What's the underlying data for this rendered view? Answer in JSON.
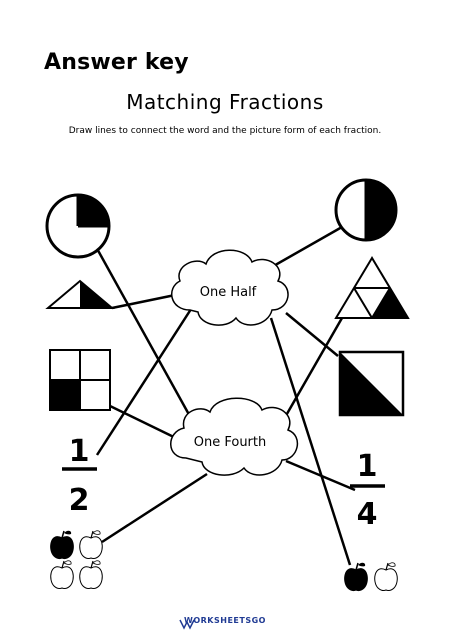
{
  "header": {
    "answer_key": "Answer key",
    "title": "Matching Fractions",
    "instructions": "Draw lines to connect the word and the picture form of each fraction."
  },
  "words": {
    "half": "One Half",
    "fourth": "One Fourth"
  },
  "fractions": {
    "half": {
      "numerator": "1",
      "denominator": "2"
    },
    "fourth": {
      "numerator": "1",
      "denominator": "4"
    }
  },
  "pictures": [
    "circle-quarter-shaded-icon",
    "triangle-half-shaded-icon",
    "square-grid-quarter-shaded-icon",
    "circle-half-shaded-icon",
    "triangle-four-parts-one-shaded-icon",
    "square-diagonal-half-shaded-icon",
    "apples-four-one-shaded-icon",
    "apples-two-one-shaded-icon"
  ],
  "footer": {
    "brand": "WORKSHEETSGO"
  },
  "colors": {
    "ink": "#000000",
    "brand": "#1f3a93"
  }
}
